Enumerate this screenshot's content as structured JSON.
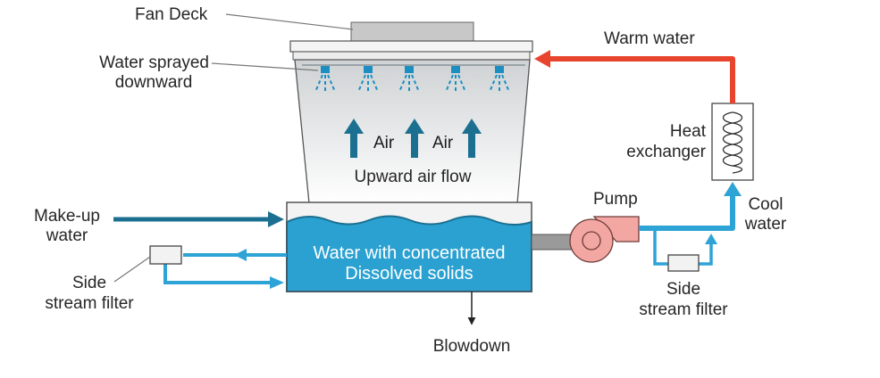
{
  "labels": {
    "fan_deck": "Fan Deck",
    "water_sprayed_1": "Water sprayed",
    "water_sprayed_2": "downward",
    "air_1": "Air",
    "air_2": "Air",
    "upward_air_flow": "Upward air flow",
    "warm_water": "Warm water",
    "heat_exchanger_1": "Heat",
    "heat_exchanger_2": "exchanger",
    "cool_water_1": "Cool",
    "cool_water_2": "water",
    "pump": "Pump",
    "makeup_water_1": "Make-up",
    "makeup_water_2": "water",
    "basin_1": "Water with concentrated",
    "basin_2": "Dissolved solids",
    "side_filter_left_1": "Side",
    "side_filter_left_2": "stream filter",
    "side_filter_right_1": "Side",
    "side_filter_right_2": "stream filter",
    "blowdown": "Blowdown"
  },
  "colors": {
    "hot_pipe": "#e8452e",
    "cool_pipe": "#2ea3d6",
    "water": "#2aa1d1",
    "dark_teal": "#1b6f90",
    "pump_body": "#f2a7a2",
    "fan_deck": "#c8c8c8",
    "outline": "#444444"
  },
  "icons": {
    "nozzle": "spray-nozzle-icon",
    "air_arrow": "up-arrow-icon",
    "pump": "centrifugal-pump-icon",
    "heat_exchanger": "coil-heat-exchanger-icon",
    "filter": "filter-cartridge-icon"
  }
}
